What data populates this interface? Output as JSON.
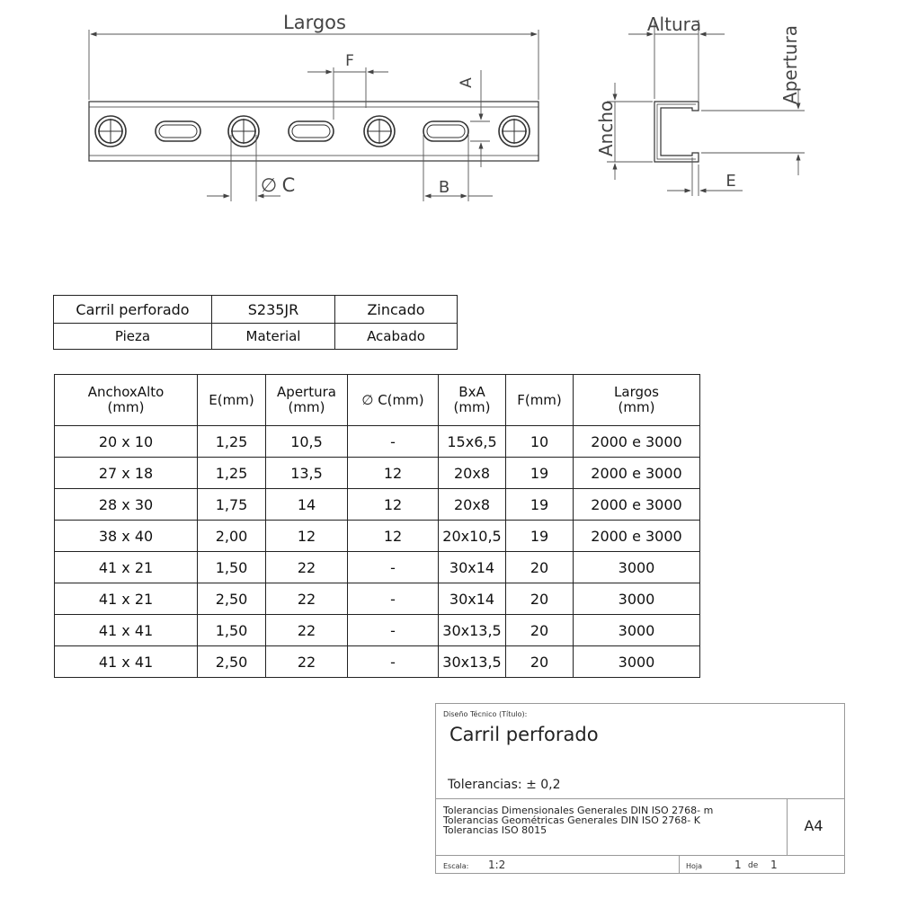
{
  "drawing": {
    "front_view": {
      "largos": "Largos",
      "f": "F",
      "a": "A",
      "c": "C",
      "diameter_symbol": "∅",
      "b": "B"
    },
    "section_view": {
      "altura": "Altura",
      "apertura": "Apertura",
      "ancho": "Ancho",
      "e": "E"
    }
  },
  "piece_table": {
    "values": [
      "Carril perforado",
      "S235JR",
      "Zincado"
    ],
    "labels": [
      "Pieza",
      "Material",
      "Acabado"
    ]
  },
  "spec_table": {
    "headers": [
      [
        "AnchoxAlto",
        "(mm)"
      ],
      [
        "E(mm)",
        ""
      ],
      [
        "Apertura",
        "(mm)"
      ],
      [
        "∅ C(mm)",
        ""
      ],
      [
        "BxA",
        "(mm)"
      ],
      [
        "F(mm)",
        ""
      ],
      [
        "Largos",
        "(mm)"
      ]
    ],
    "rows": [
      [
        "20 x 10",
        "1,25",
        "10,5",
        "-",
        "15x6,5",
        "10",
        "2000 e 3000"
      ],
      [
        "27 x 18",
        "1,25",
        "13,5",
        "12",
        "20x8",
        "19",
        "2000 e 3000"
      ],
      [
        "28 x 30",
        "1,75",
        "14",
        "12",
        "20x8",
        "19",
        "2000 e 3000"
      ],
      [
        "38 x 40",
        "2,00",
        "12",
        "12",
        "20x10,5",
        "19",
        "2000 e 3000"
      ],
      [
        "41 x 21",
        "1,50",
        "22",
        "-",
        "30x14",
        "20",
        "3000"
      ],
      [
        "41 x 21",
        "2,50",
        "22",
        "-",
        "30x14",
        "20",
        "3000"
      ],
      [
        "41 x 41",
        "1,50",
        "22",
        "-",
        "30x13,5",
        "20",
        "3000"
      ],
      [
        "41 x 41",
        "2,50",
        "22",
        "-",
        "30x13,5",
        "20",
        "3000"
      ]
    ]
  },
  "title_block": {
    "title_label": "Diseño Técnico (Título):",
    "title": "Carril perforado",
    "tolerancias": "Tolerancias:  ± 0,2",
    "standards": [
      "Tolerancias Dimensionales Generales DIN ISO 2768- m",
      "Tolerancias Geométricas Generales DIN ISO 2768- K",
      "Tolerancias ISO 8015"
    ],
    "format": "A4",
    "escala_label": "Escala:",
    "escala_value": "1:2",
    "hoja_label": "Hoja",
    "hoja_num": "1",
    "hoja_de": "de",
    "hoja_total": "1"
  }
}
